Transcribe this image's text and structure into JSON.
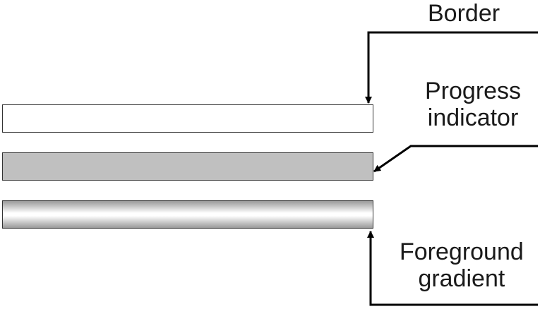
{
  "labels": {
    "border": "Border",
    "progress_line1": "Progress",
    "progress_line2": "indicator",
    "foreground_line1": "Foreground",
    "foreground_line2": "gradient"
  },
  "colors": {
    "outline": "#333333",
    "border_fill": "#ffffff",
    "progress_fill": "#c0c0c0",
    "gradient_edge": "#9a9a9a",
    "gradient_center": "#ffffff",
    "line": "#000000"
  },
  "icons": {
    "arrowhead": "arrowhead-icon"
  }
}
